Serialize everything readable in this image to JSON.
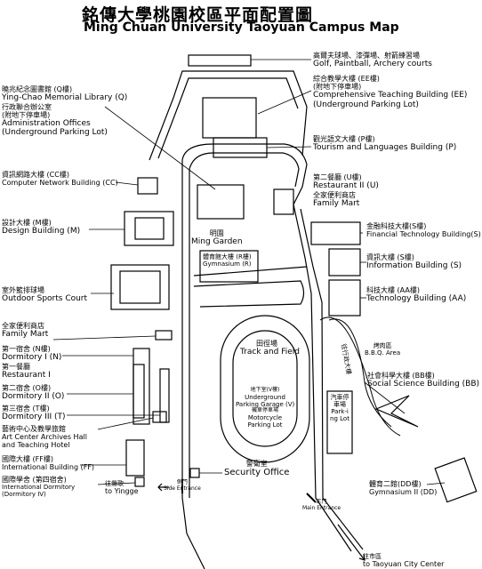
{
  "title": {
    "zh": "銘傳大學桃園校區平面配置圖",
    "en": "Ming Chuan University Taoyuan Campus Map"
  },
  "buildings": {
    "golf": {
      "zh": "高爾夫球場、漆彈場、射箭練習場",
      "en": "Golf, Paintball, Archery courts"
    },
    "ee": {
      "zh": "綜合教學大樓 (EE樓)",
      "zh2": "(附地下停車場)",
      "en": "Comprehensive Teaching Building (EE)",
      "en2": "(Underground Parking Lot)"
    },
    "q": {
      "zh": "曉兆紀念圖書館 (Q樓)",
      "en": "Ying-Chao Memorial Library (Q)",
      "zh2": "行政聯合辦公室",
      "zh3": "(附地下停車場)",
      "en2": "Administration Offices",
      "en3": "(Underground Parking Lot)"
    },
    "p": {
      "zh": "觀光語文大樓 (P樓)",
      "en": "Tourism and Languages Building (P)"
    },
    "cc": {
      "zh": "資訊網路大樓 (CC樓)",
      "en": "Computer Network Building (CC)"
    },
    "u": {
      "zh": "第二餐廳 (U樓)",
      "en": "Restaurant II (U)",
      "zh2": "全家便利商店",
      "en2": "Family Mart"
    },
    "m": {
      "zh": "設計大樓 (M樓)",
      "en": "Design Building (M)"
    },
    "garden": {
      "zh": "明園",
      "en": "Ming Garden"
    },
    "r": {
      "zh": "體育館大樓 (R樓)",
      "en": "Gymnasium (R)"
    },
    "ftech": {
      "zh": "金融科技大樓(S樓)",
      "en": "Financial Technology Building(S)"
    },
    "s": {
      "zh": "資訊大樓 (S樓)",
      "en": "Information Building (S)"
    },
    "court": {
      "zh": "室外籃排球場",
      "en": "Outdoor Sports Court"
    },
    "aa": {
      "zh": "科技大樓 (AA樓)",
      "en": "Technology Building (AA)"
    },
    "mart": {
      "zh": "全家便利商店",
      "en": "Family Mart"
    },
    "n": {
      "zh": "第一宿舍 (N樓)",
      "en": "Dormitory I (N)",
      "zh2": "第一餐廳",
      "en2": "Restaurant I"
    },
    "track": {
      "zh": "田徑場",
      "en": "Track and Field"
    },
    "v": {
      "zh": "地下室(V樓)",
      "en1": "Underground",
      "en2": "Parking Garage (V)",
      "zh2": "機車停車場",
      "en3": "Motorcycle",
      "en4": "Parking Lot"
    },
    "bbq": {
      "zh": "烤肉區",
      "en": "B.B.Q. Area"
    },
    "bb": {
      "zh": "社會科學大樓 (BB樓)",
      "en": "Social Science Building (BB)"
    },
    "o": {
      "zh": "第二宿舍 (O樓)",
      "en": "Dormitory II (O)"
    },
    "t": {
      "zh": "第三宿舍 (T樓)",
      "en": "Dormitory III (T)"
    },
    "art": {
      "zh": "藝術中心及教學旅館",
      "en": "Art Center Archives Hall",
      "en2": "and Teaching Hotel"
    },
    "ff": {
      "zh": "國際大樓 (FF樓)",
      "en": "International Building (FF)"
    },
    "iv": {
      "zh": "國際學舍 (第四宿舍)",
      "en": "International Dormitory",
      "en2": "(Dormitory IV)"
    },
    "security": {
      "zh": "警衛室",
      "en": "Security Office"
    },
    "parking": {
      "zh": "汽車停車場",
      "en": "Park-ing Lot"
    },
    "dd": {
      "zh": "體育二館(DD樓)",
      "en": "Gymnasium II (DD)"
    },
    "road": {
      "zh": "往行政大樓"
    }
  },
  "gates": {
    "side": {
      "zh": "側門",
      "en": "Side Entrance"
    },
    "main": {
      "zh": "正門",
      "en": "Main Entrance"
    }
  },
  "directions": {
    "yingge": {
      "zh": "往鶯歌",
      "en": "to Yingge"
    },
    "city": {
      "zh": "往市區",
      "en": "to Taoyuan City Center"
    }
  }
}
